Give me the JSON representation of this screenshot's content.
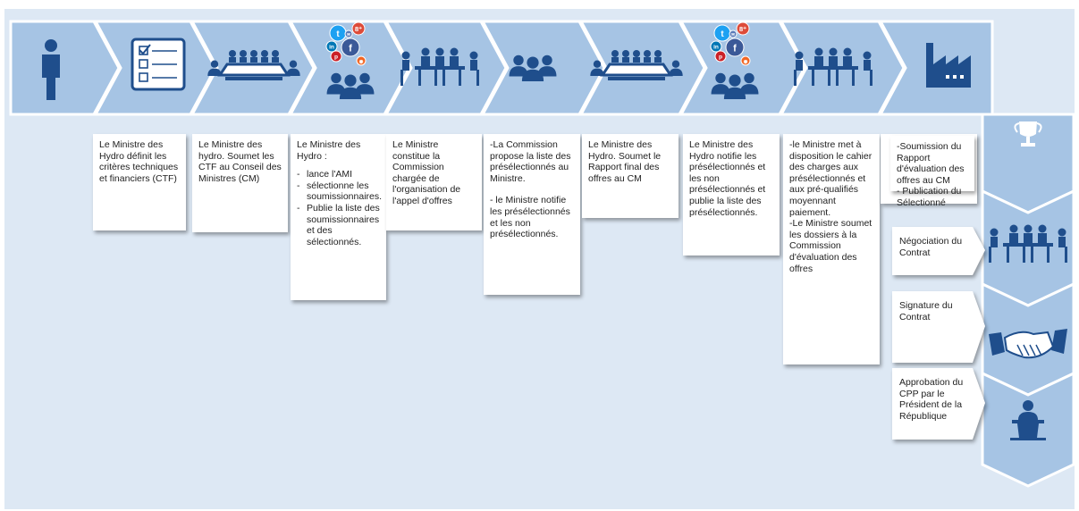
{
  "colors": {
    "chevron": "#a6c4e4",
    "chevron_border": "#ffffff",
    "icon": "#1f4e8c",
    "background": "#dde8f4"
  },
  "steps": [
    {
      "icon": "person-icon",
      "text": []
    },
    {
      "icon": "checklist-icon",
      "text": [
        "Le Ministre des Hydro définit les critères techniques et financiers (CTF)"
      ]
    },
    {
      "icon": "conference-table-icon",
      "text": [
        "Le Ministre des hydro. Soumet les CTF au Conseil des Ministres (CM)"
      ]
    },
    {
      "icon": "social-media-audience-icon",
      "intro": "Le Ministre des Hydro :",
      "bullets": [
        "lance l'AMI",
        "sélectionne les soumissionnaires.",
        "Publie la liste des soumissionnaires et des sélectionnés."
      ]
    },
    {
      "icon": "meeting-icon",
      "text": [
        "Le Ministre constitue la Commission chargée de l'organisation de l'appel d'offres"
      ]
    },
    {
      "icon": "group-icon",
      "text": [
        "-La Commission propose la liste des présélectionnés au Ministre.",
        "",
        " - le Ministre notifie les présélectionnés et les non présélectionnés."
      ]
    },
    {
      "icon": "conference-table-icon",
      "text": [
        "Le Ministre des Hydro. Soumet le Rapport final  des offres au CM"
      ]
    },
    {
      "icon": "social-media-audience-icon",
      "text": [
        "Le Ministre des Hydro notifie les présélectionnés et les non présélectionnés et publie la liste des présélectionnés."
      ]
    },
    {
      "icon": "meeting-icon",
      "text": [
        "-le Ministre met à disposition le cahier des charges aux présélectionnés et aux pré-qualifiés moyennant paiement.",
        "-Le Ministre soumet les dossiers à la Commission d'évaluation des offres"
      ]
    },
    {
      "icon": "factory-icon",
      "text": []
    }
  ],
  "vertical_steps": [
    {
      "icon": "trophy-icon",
      "text": [
        "-Soumission du Rapport d'évaluation des offres au CM",
        "- Publication du Sélectionné"
      ]
    },
    {
      "icon": "meeting-icon",
      "text": [
        "Négociation du Contrat"
      ]
    },
    {
      "icon": "handshake-icon",
      "text": [
        "Signature du Contrat"
      ]
    },
    {
      "icon": "podium-speaker-icon",
      "text": [
        "Approbation du CPP par le Président de la République"
      ]
    }
  ],
  "social_badges": {
    "twitter": "t",
    "email": "✉",
    "google_plus": "8⁺",
    "linkedin": "in",
    "facebook": "f",
    "pinterest": "p",
    "rss": "◉"
  }
}
